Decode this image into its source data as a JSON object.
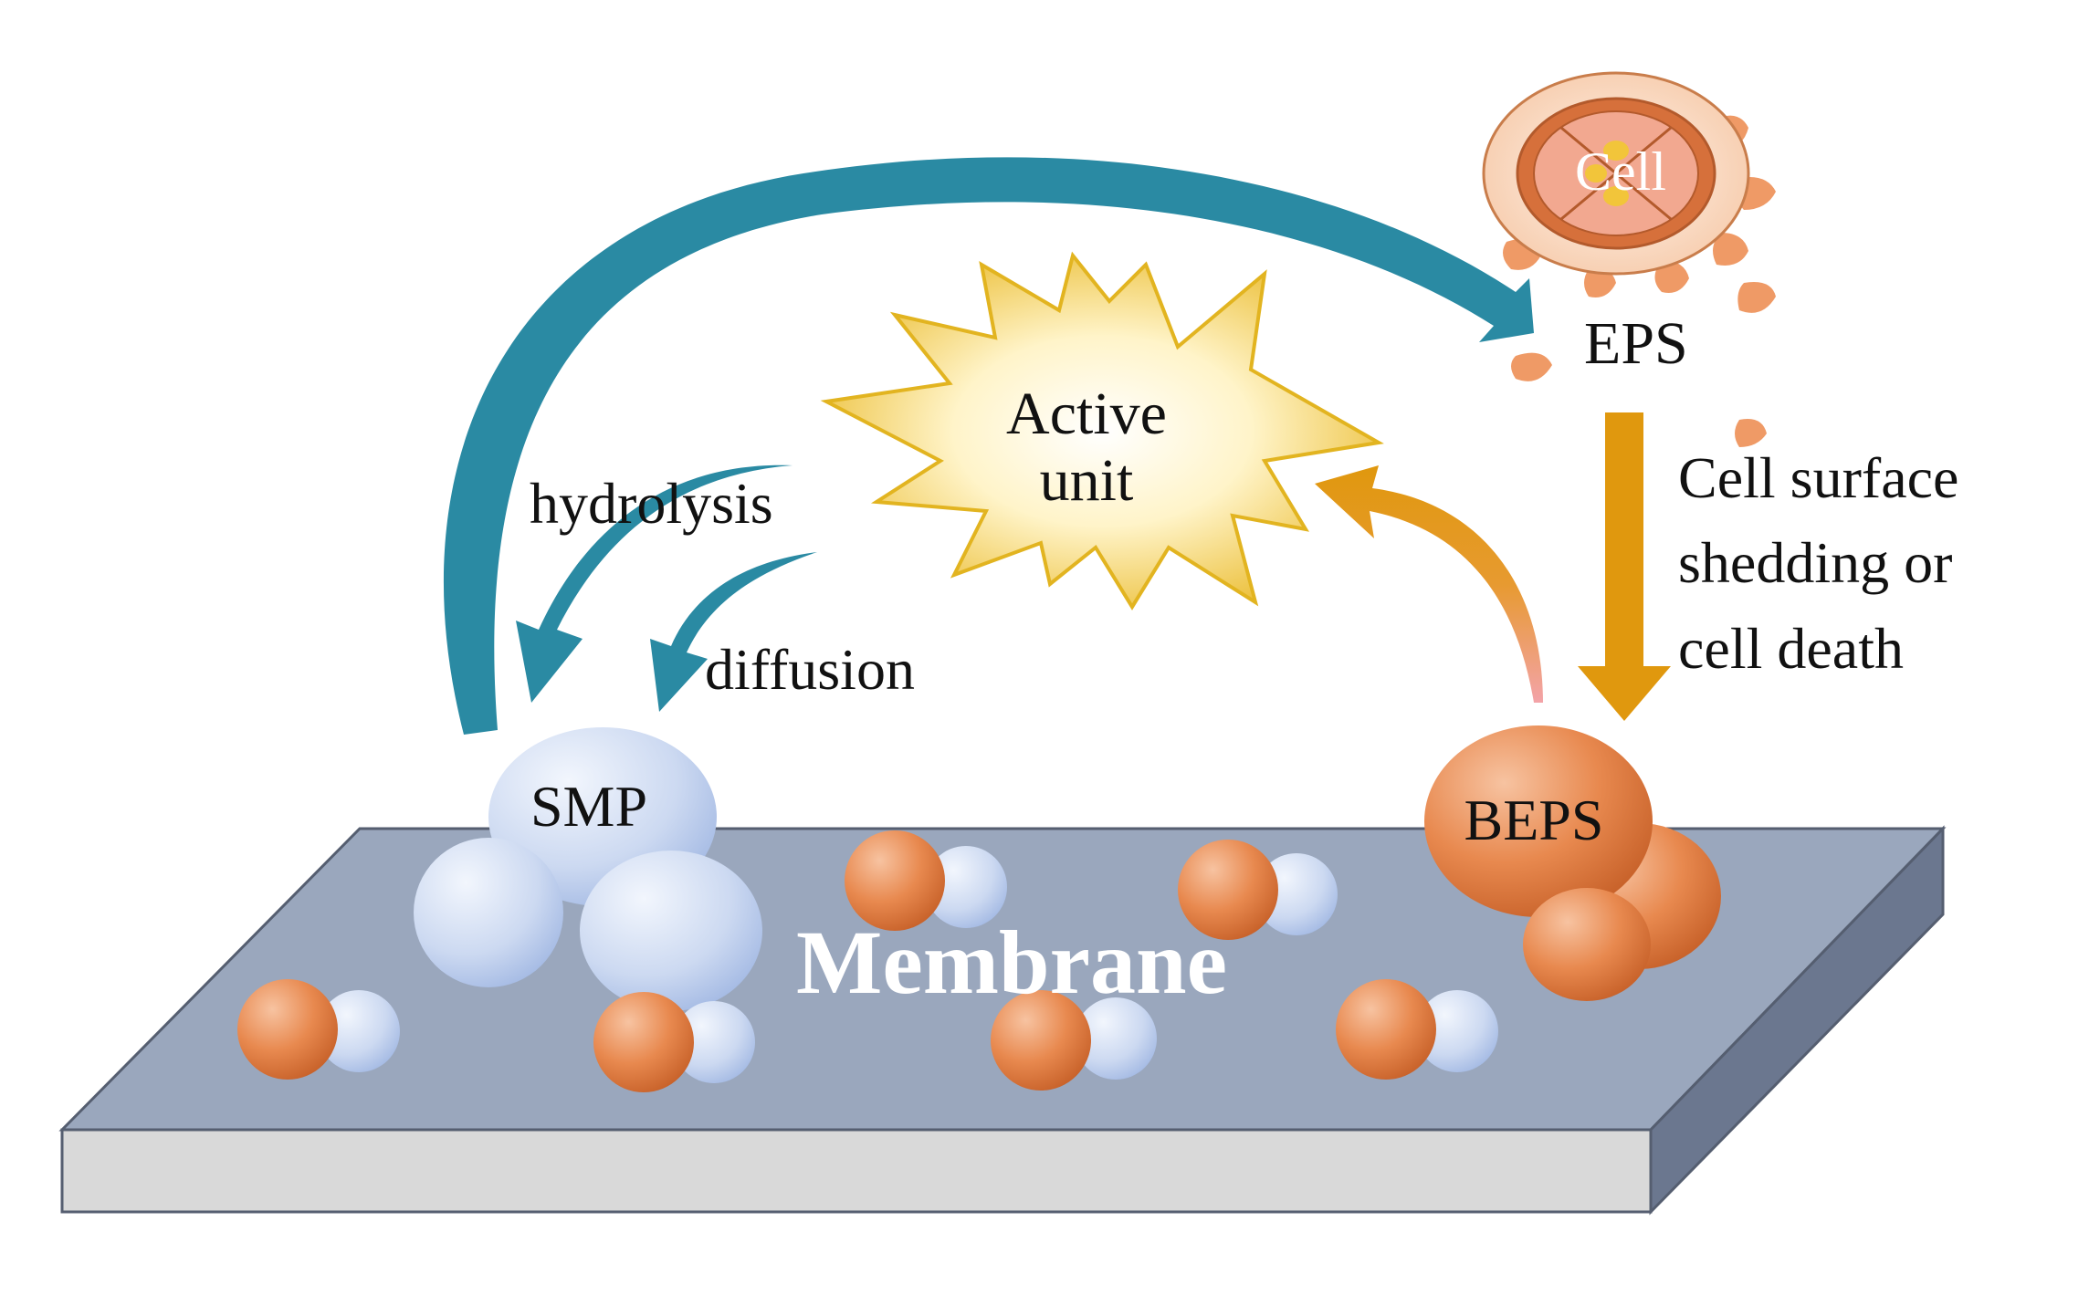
{
  "labels": {
    "cell": "Cell",
    "eps": "EPS",
    "active_line1": "Active",
    "active_line2": "unit",
    "hydrolysis": "hydrolysis",
    "diffusion": "diffusion",
    "shedding_line1": "Cell surface",
    "shedding_line2": "shedding or",
    "shedding_line3": "cell death",
    "smp": "SMP",
    "beps": "BEPS",
    "membrane": "Membrane"
  },
  "colors": {
    "teal_arrow": "#2a8aa3",
    "orange_arrow": "#e0a010",
    "membrane_top": "#9aa7bd",
    "membrane_side": "#6b778f",
    "membrane_front": "#d9d9d9",
    "orange_particle": "#e07e45",
    "blue_particle": "#c2d2ee",
    "star_fill": "#f6cf3f"
  }
}
